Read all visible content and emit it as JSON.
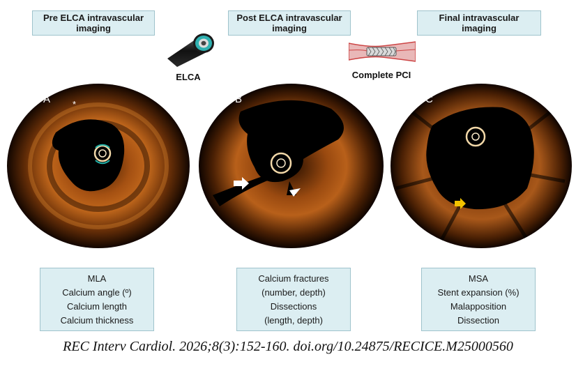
{
  "headers": {
    "pre": "Pre ELCA intravascular imaging",
    "post": "Post ELCA intravascular imaging",
    "final": "Final intravascular imaging"
  },
  "steps": {
    "elca": "ELCA",
    "pci": "Complete PCI"
  },
  "panels": {
    "a": {
      "letter": "A",
      "annotation": "*",
      "metrics": [
        "MLA",
        "Calcium angle (º)",
        "Calcium length",
        "Calcium thickness"
      ]
    },
    "b": {
      "letter": "B",
      "metrics": [
        "Calcium fractures",
        "(number, depth)",
        "Dissections",
        "(length, depth)"
      ]
    },
    "c": {
      "letter": "C",
      "metrics": [
        "MSA",
        "Stent expansion (%)",
        "Malapposition",
        "Dissection"
      ]
    }
  },
  "icons": [
    "laser-catheter-icon",
    "stented-vessel-icon",
    "white-arrow-icon",
    "white-arrowhead-icon",
    "yellow-arrow-icon"
  ],
  "colors": {
    "box_fill": "#dceef2",
    "box_border": "#9fc3cc",
    "oct_tissue": "#c2681c",
    "oct_lumen": "#000000",
    "marker_yellow": "#f2c200"
  },
  "citation": "REC Interv Cardiol. 2026;8(3):152-160. doi.org/10.24875/RECICE.M25000560"
}
